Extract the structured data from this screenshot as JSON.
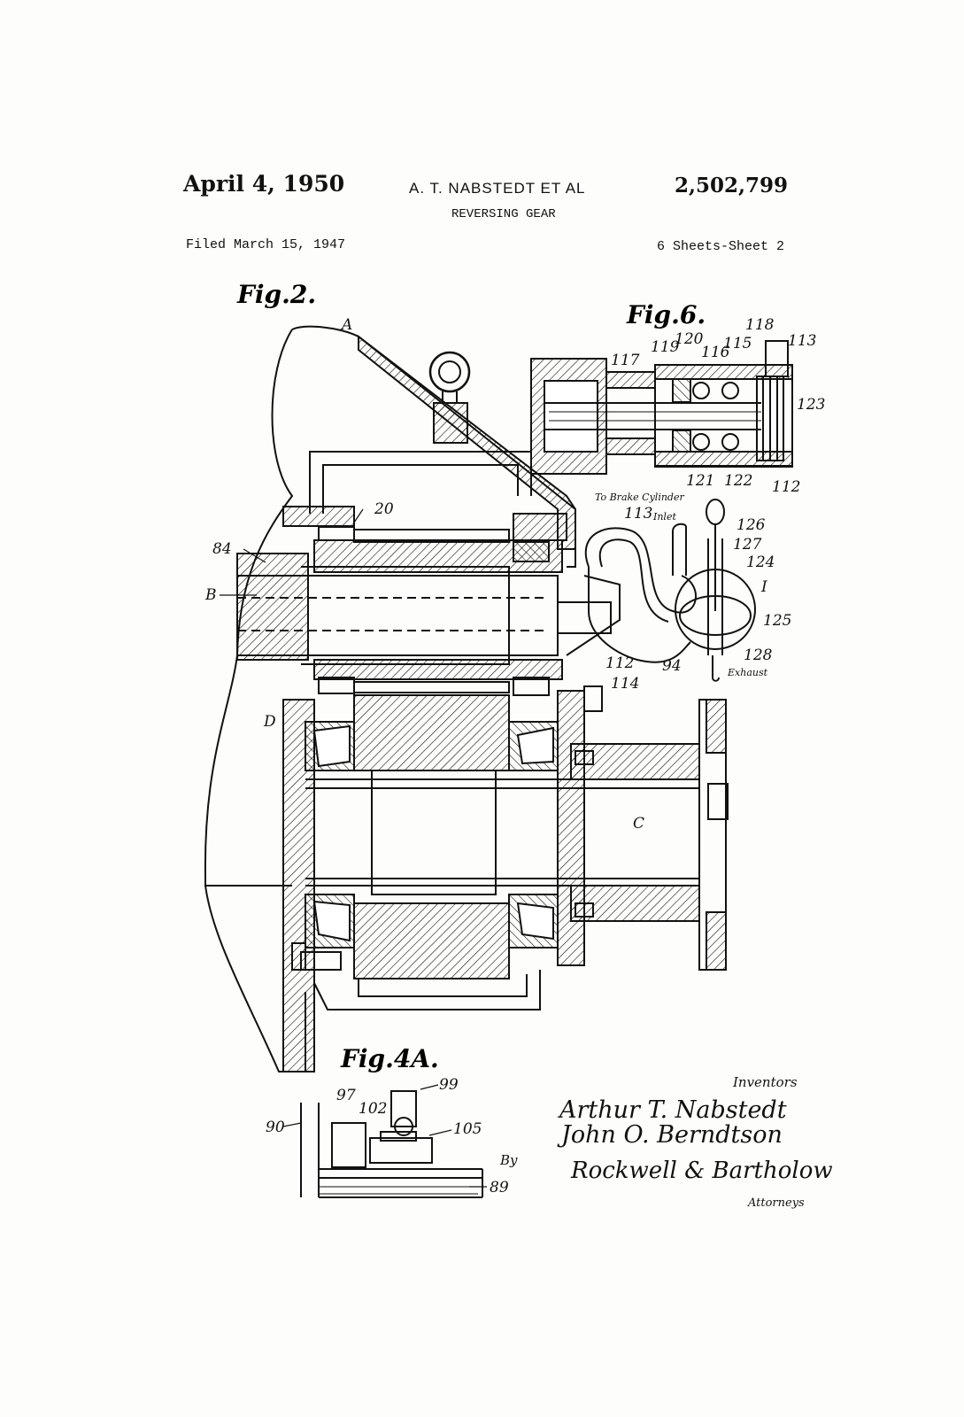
{
  "header": {
    "date": "April 4, 1950",
    "inventor": "A. T. NABSTEDT ET AL",
    "patent_number": "2,502,799",
    "title": "REVERSING GEAR",
    "filed": "Filed March 15, 1947",
    "sheets": "6 Sheets-Sheet 2"
  },
  "figures": {
    "fig2": {
      "label": "Fig.2.",
      "refs": [
        "A",
        "20",
        "84",
        "B",
        "D",
        "C",
        "112",
        "114",
        "113",
        "94"
      ]
    },
    "fig6": {
      "label": "Fig.6.",
      "refs": [
        "118",
        "113",
        "120",
        "119",
        "115",
        "116",
        "117",
        "123",
        "121",
        "122",
        "112",
        "126",
        "127",
        "124",
        "I",
        "125",
        "128"
      ],
      "annotations": {
        "brake": "To Brake Cylinder",
        "inlet": "Inlet",
        "exhaust": "Exhaust"
      }
    },
    "fig4a": {
      "label": "Fig.4A.",
      "refs": [
        "97",
        "102",
        "99",
        "90",
        "105",
        "89"
      ]
    }
  },
  "signature_block": {
    "inventors_label": "Inventors",
    "signatures": [
      "Arthur T. Nabstedt",
      "John O. Berndtson"
    ],
    "by": "By",
    "attorneys_firm": "Rockwell & Bartholow",
    "attorneys_label": "Attorneys"
  }
}
